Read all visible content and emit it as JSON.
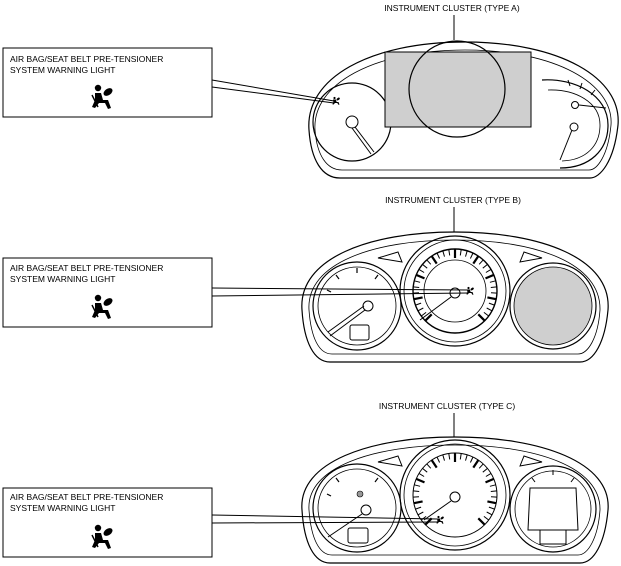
{
  "clusters": [
    {
      "title": "INSTRUMENT CLUSTER (TYPE A)",
      "callout": {
        "line1": "AIR BAG/SEAT BELT PRE-TENSIONER",
        "line2": "SYSTEM WARNING LIGHT",
        "icon": "airbag-warning-icon"
      }
    },
    {
      "title": "INSTRUMENT CLUSTER (TYPE B)",
      "callout": {
        "line1": "AIR BAG/SEAT BELT PRE-TENSIONER",
        "line2": "SYSTEM WARNING LIGHT",
        "icon": "airbag-warning-icon"
      }
    },
    {
      "title": "INSTRUMENT CLUSTER (TYPE C)",
      "callout": {
        "line1": "AIR BAG/SEAT BELT PRE-TENSIONER",
        "line2": "SYSTEM WARNING LIGHT",
        "icon": "airbag-warning-icon"
      }
    }
  ],
  "colors": {
    "highlight_fill": "#cfcfcf",
    "line": "#000000"
  }
}
